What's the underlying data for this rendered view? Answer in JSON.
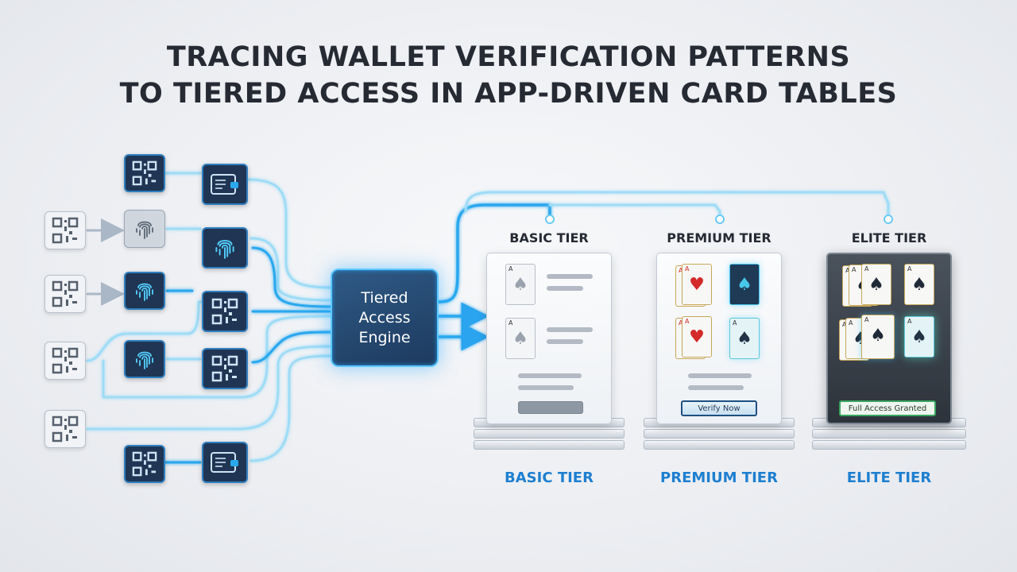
{
  "title": {
    "line1": "TRACING WALLET VERIFICATION PATTERNS",
    "line2": "TO TIERED ACCESS IN APP-DRIVEN CARD TABLES"
  },
  "engine": {
    "label": "Tiered\nAccess\nEngine"
  },
  "tiers": [
    {
      "top_label": "BASIC TIER",
      "bottom_label": "BASIC TIER"
    },
    {
      "top_label": "PREMIUM TIER",
      "bottom_label": "PREMIUM TIER",
      "button_label": "Verify Now"
    },
    {
      "top_label": "ELITE TIER",
      "bottom_label": "ELITE TIER",
      "badge_label": "Full Access Granted"
    }
  ],
  "cards": {
    "rank_ace": "A"
  },
  "icons": {
    "qr": "qr-code-icon",
    "fingerprint": "fingerprint-icon",
    "wallet": "wallet-icon",
    "spade": "spade-icon",
    "heart": "heart-icon"
  },
  "colors": {
    "accent": "#1e8fe0",
    "flow_line": "#33b6f0",
    "node_dark": "#1f3553",
    "engine_glow": "#5ec9ff",
    "tier_label": "#1e7fd0",
    "granted": "#3aa660"
  }
}
